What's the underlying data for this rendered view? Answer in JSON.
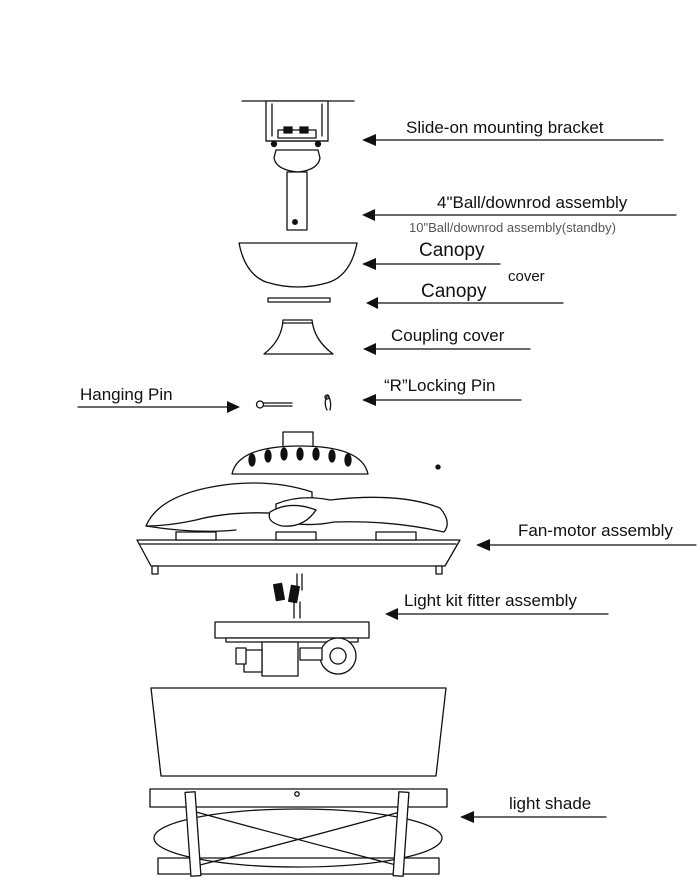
{
  "labels": {
    "slide_on_bracket": "Slide-on mounting bracket",
    "ball_downrod": "4\"Ball/downrod assembly",
    "ball_downrod_standby": "10\"Ball/downrod assembly(standby)",
    "canopy": "Canopy",
    "canopy_cover_a": "Canopy",
    "canopy_cover_b": "cover",
    "coupling_cover": "Coupling cover",
    "hanging_pin": "Hanging Pin",
    "r_locking_pin": "“R”Locking Pin",
    "fan_motor": "Fan-motor assembly",
    "light_kit_fitter": "Light kit fitter assembly",
    "light_shade": "light shade"
  },
  "colors": {
    "stroke": "#111111",
    "fill": "#ffffff",
    "text": "#111111",
    "muted_text": "#555555"
  }
}
